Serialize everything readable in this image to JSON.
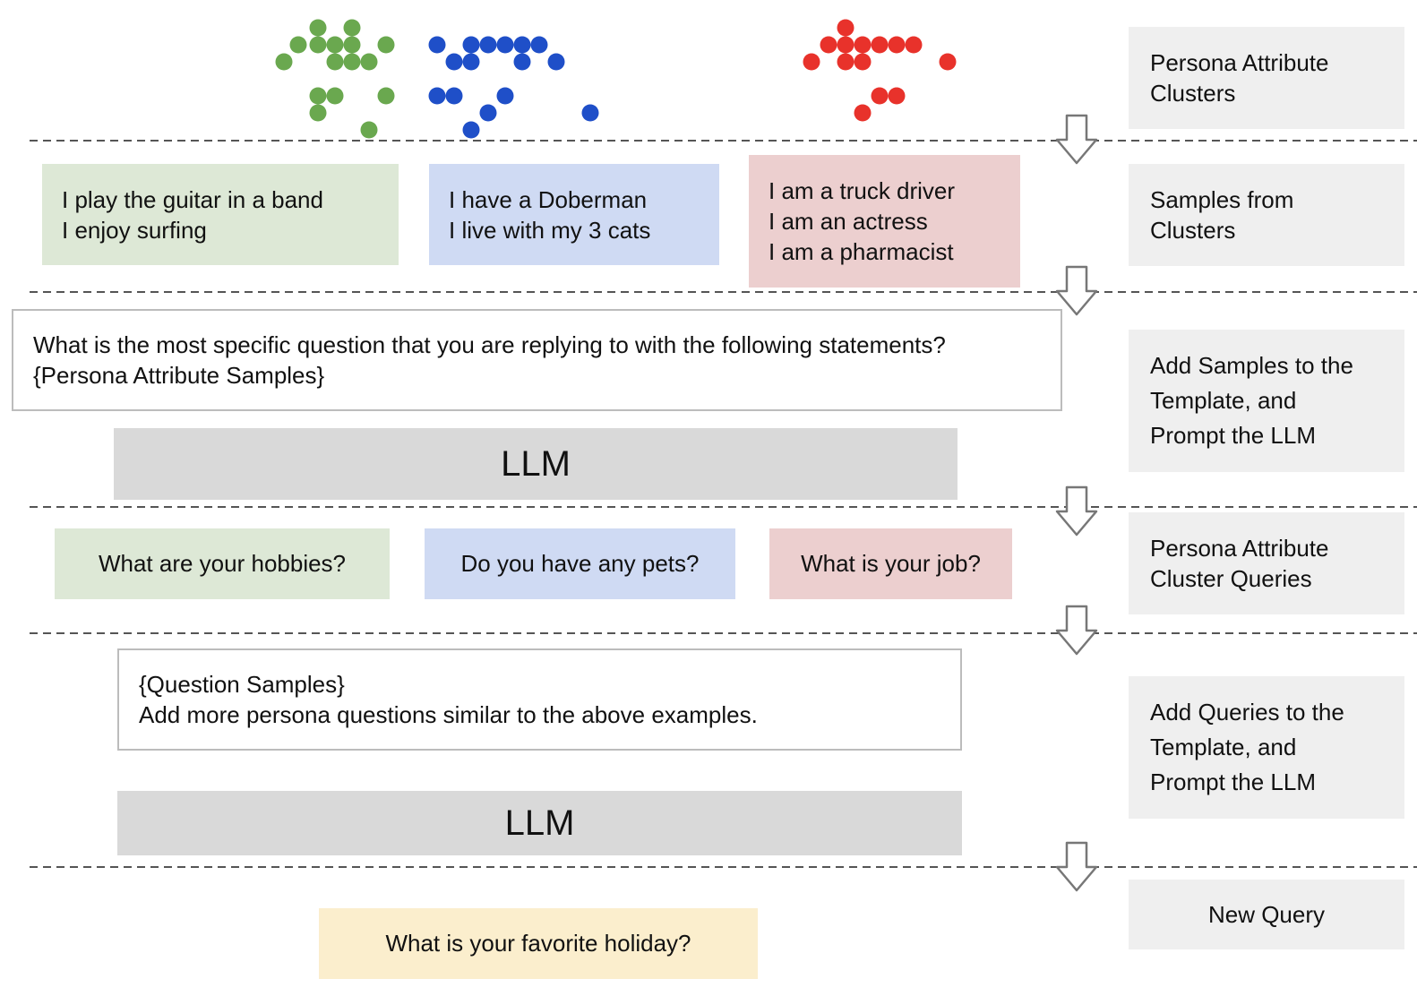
{
  "colors": {
    "green_dot": "#6aa84f",
    "blue_dot": "#1f4fc8",
    "red_dot": "#e8322b",
    "green_box": "#dde8d6",
    "blue_box": "#cfdaf3",
    "red_box": "#eccfcf",
    "yellow_box": "#fbeecd",
    "llm_box": "#d9d9d9",
    "label_box": "#efefef"
  },
  "stages": {
    "clusters_label": [
      "Persona Attribute",
      "Clusters"
    ],
    "samples_label": [
      "Samples from",
      "Clusters"
    ],
    "add_samples_label": [
      "Add Samples to the",
      "Template, and",
      "Prompt the LLM"
    ],
    "cluster_queries_label": [
      "Persona Attribute",
      "Cluster Queries"
    ],
    "add_queries_label": [
      "Add Queries to the",
      "Template, and",
      "Prompt the LLM"
    ],
    "new_query_label": "New Query"
  },
  "samples": {
    "green": [
      "I play the guitar in a band",
      "I enjoy surfing"
    ],
    "blue": [
      "I have a Doberman",
      "I live with my 3 cats"
    ],
    "red": [
      "I am a truck driver",
      "I am an actress",
      "I am a pharmacist"
    ]
  },
  "template1": [
    "What is the most specific question that you are replying to with the following statements?",
    "{Persona Attribute Samples}"
  ],
  "llm_label": "LLM",
  "queries": {
    "green": "What are your hobbies?",
    "blue": "Do you have any pets?",
    "red": "What is your job?"
  },
  "template2": [
    "{Question Samples}",
    "Add more persona questions similar to the above examples."
  ],
  "new_query": "What is your favorite holiday?"
}
